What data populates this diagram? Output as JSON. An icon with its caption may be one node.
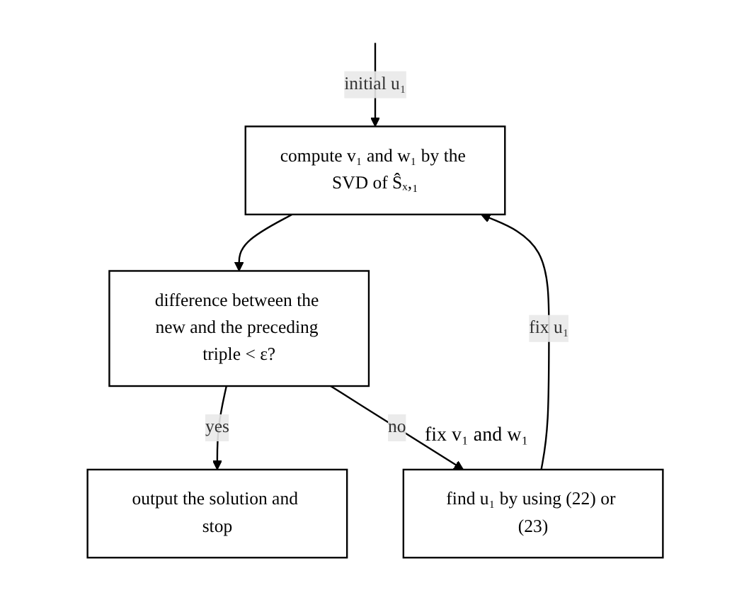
{
  "diagram": {
    "nodes": [
      {
        "text": [
          "compute v₁ and w₁ by the SVD of Ŝₓ,₁"
        ]
      },
      {
        "text": [
          "difference between the new and the preceding triple < ε?"
        ]
      },
      {
        "text": [
          "output the solution and stop"
        ]
      },
      {
        "text": [
          "find u₁ by using (22) or (23)"
        ]
      }
    ],
    "edges": [
      {
        "from": null,
        "to": 0,
        "arrow": "to",
        "label": "initial u₁"
      },
      {
        "from": 0,
        "to": 1,
        "arrow": "to"
      },
      {
        "from": 1,
        "to": 2,
        "arrow": "to",
        "label": "yes"
      },
      {
        "from": 1,
        "to": 3,
        "arrow": "to",
        "label": "no"
      },
      {
        "from": 3,
        "to": 0,
        "arrow": "to",
        "label": "fix u₁"
      }
    ],
    "labels": [
      "fix v₁ and w₁"
    ]
  }
}
